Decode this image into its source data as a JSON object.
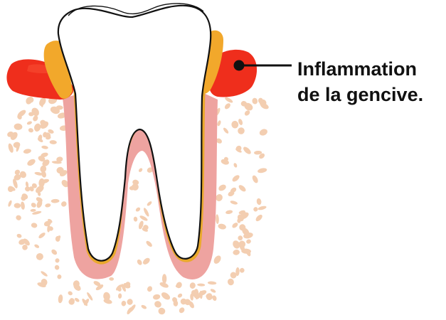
{
  "annotation": {
    "line1": "Inflammation",
    "line2": "de la gencive."
  },
  "colors": {
    "inflamed_gum": "#ef2e1c",
    "inflamed_gum_light": "#f7492f",
    "tartar": "#f2a82b",
    "gum_tissue": "#eea3a0",
    "bone_speckle": "#f3ceb1",
    "tooth": "#ffffff",
    "outline": "#111111",
    "root_membrane": "#e9a92c"
  },
  "icons": {
    "marker": "filled-circle-pointer"
  }
}
